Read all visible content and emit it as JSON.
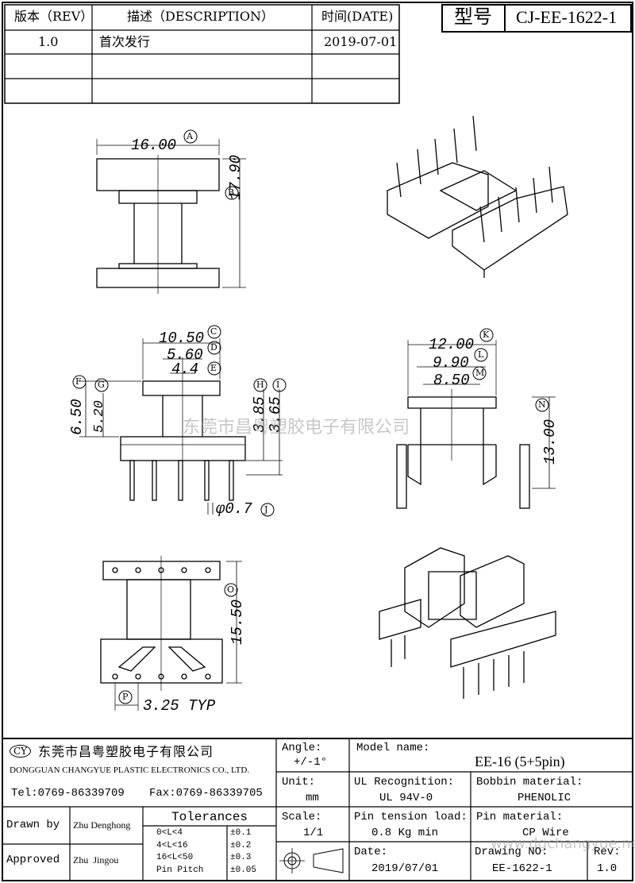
{
  "revision_table": {
    "headers": {
      "rev": "版本（REV）",
      "desc": "描述（DESCRIPTION）",
      "date": "时间(DATE)"
    },
    "rows": [
      {
        "rev": "1.0",
        "desc": "首次发行",
        "date": "2019-07-01"
      }
    ]
  },
  "model_box": {
    "label": "型号",
    "value": "CJ-EE-1622-1"
  },
  "dimensions": {
    "A": {
      "value": "16.00",
      "marker": "A"
    },
    "B": {
      "value": "17.90",
      "marker": "B"
    },
    "C": {
      "value": "10.50",
      "marker": "C"
    },
    "D": {
      "value": "5.60",
      "marker": "D"
    },
    "E": {
      "value": "4.4",
      "marker": "E"
    },
    "F": {
      "value": "6.50",
      "marker": "F"
    },
    "G": {
      "value": "5.20",
      "marker": "G"
    },
    "H": {
      "value": "3.85",
      "marker": "H"
    },
    "I": {
      "value": "3.65",
      "marker": "I"
    },
    "J": {
      "value": "φ0.7",
      "marker": "J"
    },
    "K": {
      "value": "12.00",
      "marker": "K"
    },
    "L": {
      "value": "9.90",
      "marker": "L"
    },
    "M": {
      "value": "8.50",
      "marker": "M"
    },
    "N": {
      "value": "13.00",
      "marker": "N"
    },
    "O": {
      "value": "15.50",
      "marker": "O"
    },
    "P": {
      "value": "3.25 TYP",
      "marker": "P"
    }
  },
  "watermark": {
    "center": "东莞市昌粤塑胶电子有限公司",
    "bottom": "www.dgchangyue.net"
  },
  "title_block": {
    "company_cn": "东莞市昌粤塑胶电子有限公司",
    "company_en": "DONGGUAN CHANGYUE PLASTIC ELECTRONICS CO., LTD.",
    "tel": "Tel:0769-86339709",
    "fax": "Fax:0769-86339705",
    "logo_text": "CY",
    "angle_label": "Angle:",
    "angle_value": "+/-1°",
    "unit_label": "Unit:",
    "unit_value": "mm",
    "scale_label": "Scale:",
    "scale_value": "1/1",
    "model_name_label": "Model name:",
    "model_name_value": "EE-16 (5+5pin)",
    "ul_label": "UL Recognition:",
    "ul_value": "UL 94V-0",
    "bobbin_label": "Bobbin material:",
    "bobbin_value": "PHENOLIC",
    "pin_tension_label": "Pin tension load:",
    "pin_tension_value": "0.8 Kg min",
    "pin_material_label": "Pin material:",
    "pin_material_value": "CP Wire",
    "date_label": "Date:",
    "date_value": "2019/07/01",
    "drawing_no_label": "Drawing NO:",
    "drawing_no_value": "EE-1622-1",
    "rev_label": "Rev:",
    "rev_value": "1.0",
    "drawn_by_label": "Drawn by",
    "drawn_by_value": "Zhu Denghong",
    "approved_label": "Approved",
    "approved_value": "Zhu  Jingou",
    "tolerances_title": "Tolerances",
    "tolerances": [
      {
        "range": "0<L<4",
        "tol": "±0.1"
      },
      {
        "range": "4<L<16",
        "tol": "±0.2"
      },
      {
        "range": "16<L<50",
        "tol": "±0.3"
      },
      {
        "range": "Pin Pitch",
        "tol": "±0.05"
      }
    ]
  }
}
